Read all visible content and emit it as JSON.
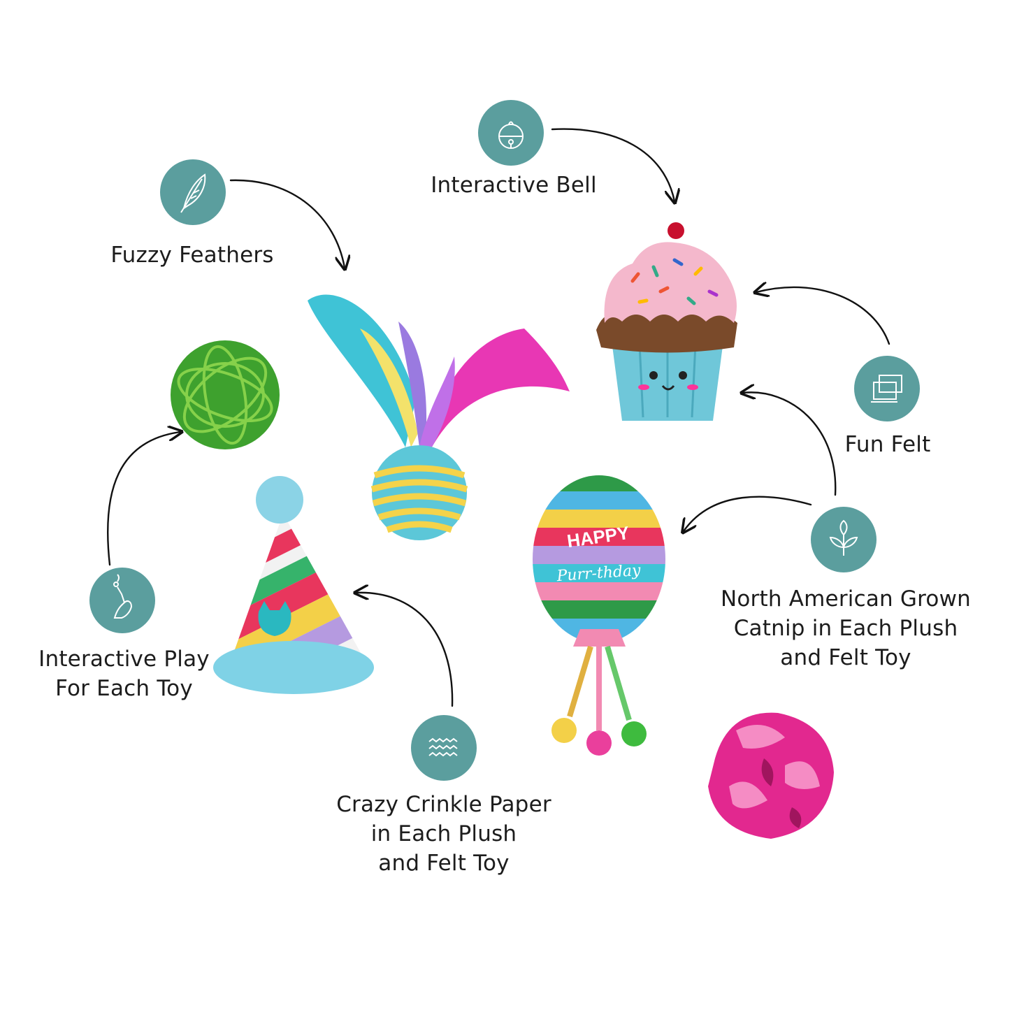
{
  "accent_color": "#5b9e9e",
  "features": [
    {
      "id": "bell",
      "label_lines": [
        "Interactive Bell"
      ],
      "icon": "bell-icon"
    },
    {
      "id": "feathers",
      "label_lines": [
        "Fuzzy Feathers"
      ],
      "icon": "feather-icon"
    },
    {
      "id": "felt",
      "label_lines": [
        "Fun Felt"
      ],
      "icon": "felt-layers-icon"
    },
    {
      "id": "catnip",
      "label_lines": [
        "North American Grown",
        "Catnip in Each Plush",
        "and Felt Toy"
      ],
      "icon": "leaf-sprout-icon"
    },
    {
      "id": "play",
      "label_lines": [
        "Interactive Play",
        "For Each Toy"
      ],
      "icon": "cat-playing-icon"
    },
    {
      "id": "crinkle",
      "label_lines": [
        "Crazy Crinkle Paper",
        "in Each Plush",
        "and Felt Toy"
      ],
      "icon": "waves-icon"
    }
  ],
  "toys": {
    "balloon_text_line1": "HAPPY",
    "balloon_text_line2": "Purr-thday",
    "items": [
      "cupcake-toy",
      "feather-sisal-ball-toy",
      "wicker-ball-toy",
      "party-hat-toy",
      "balloon-toy",
      "crinkle-ball-toy"
    ]
  }
}
